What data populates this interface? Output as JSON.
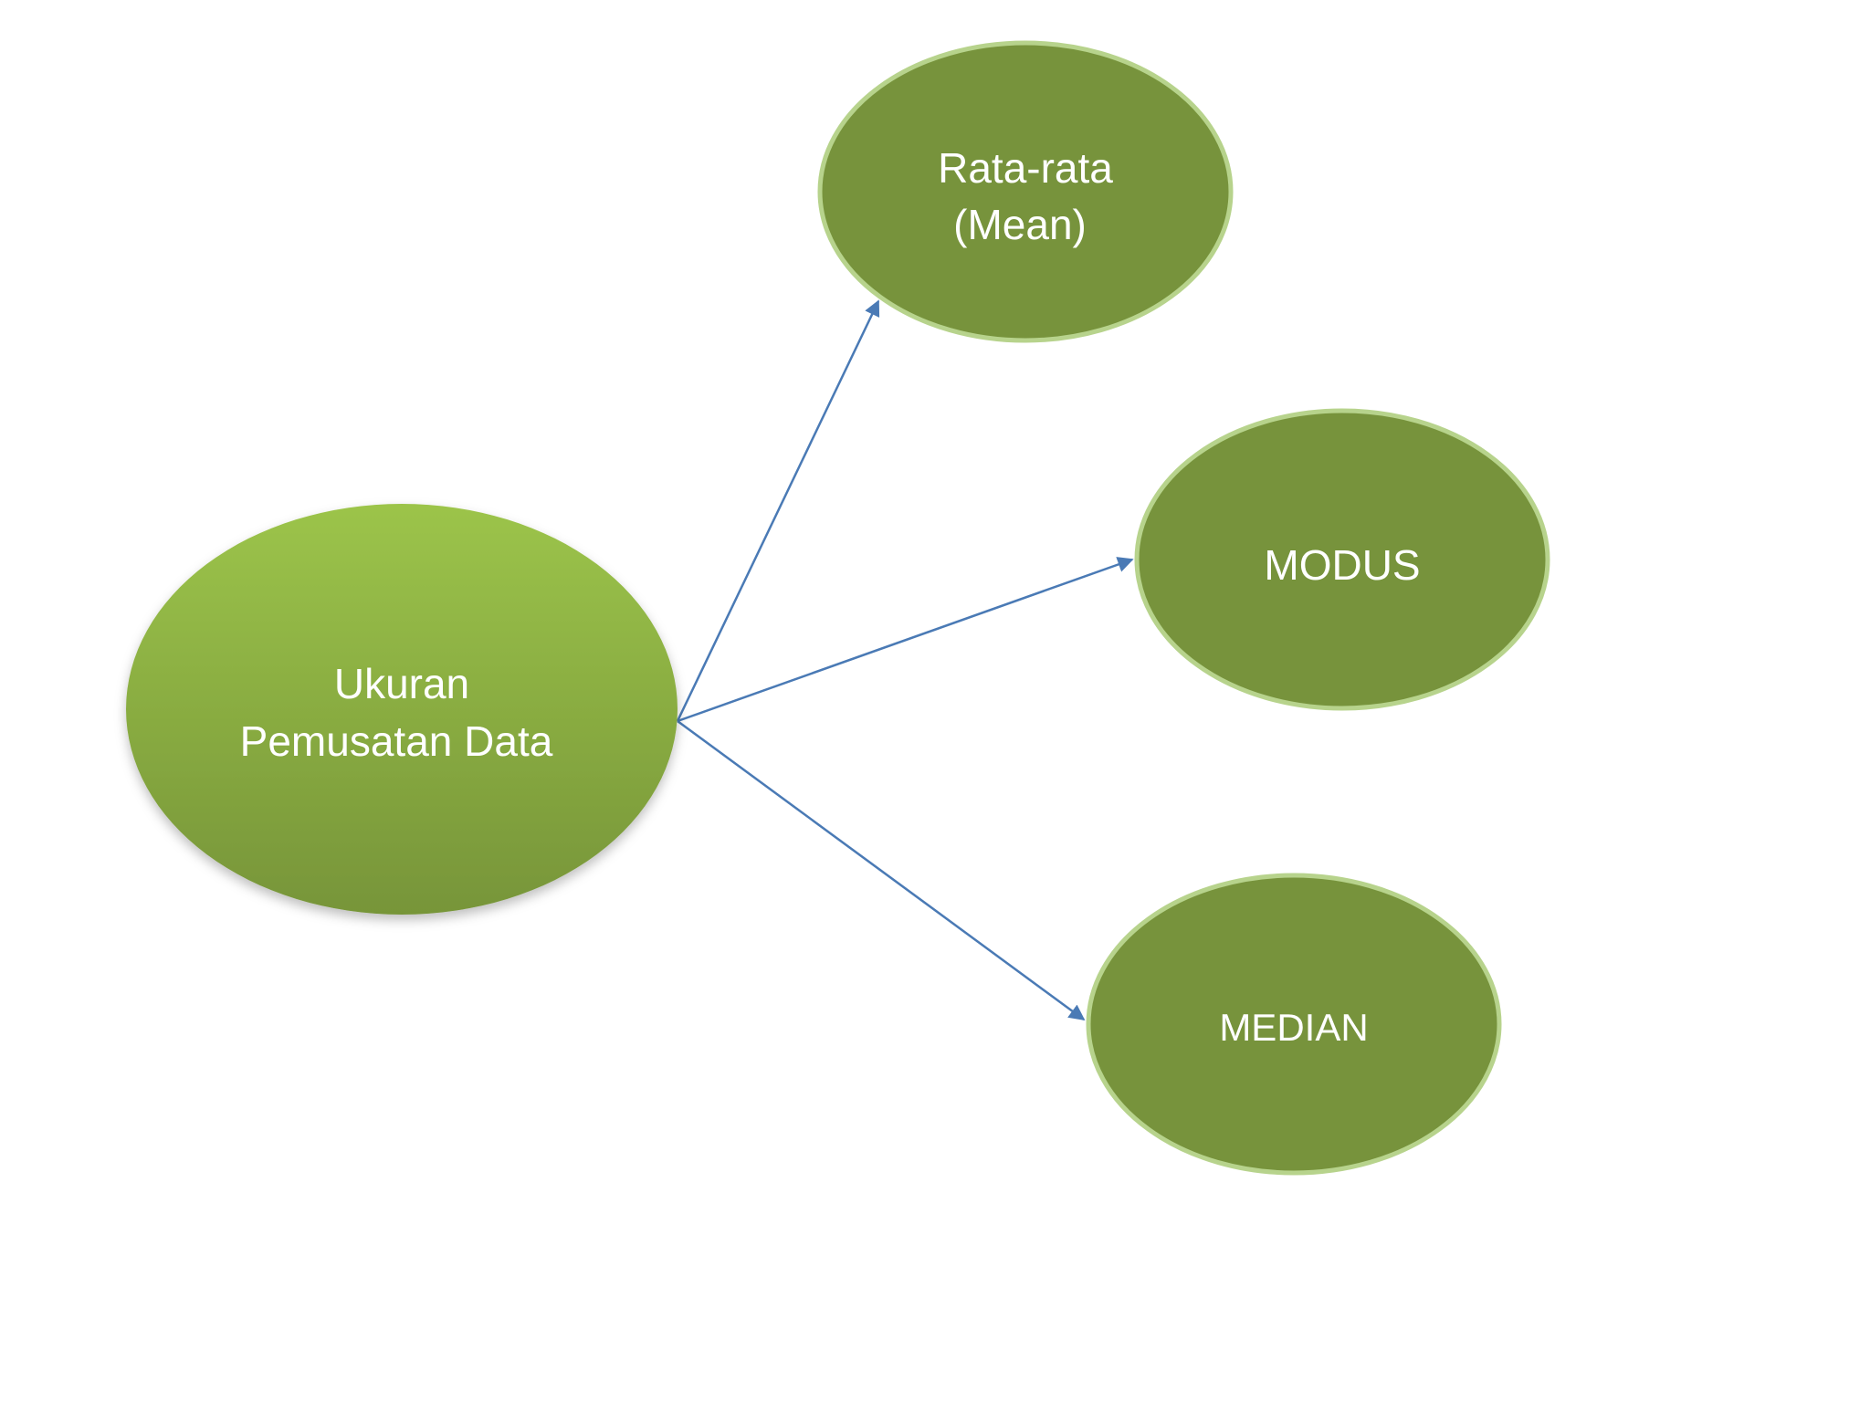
{
  "diagram": {
    "root": {
      "line1": "Ukuran",
      "line2": "Pemusatan Data"
    },
    "mean": {
      "line1": "Rata-rata",
      "line2": "(Mean)"
    },
    "modus": {
      "label": "MODUS"
    },
    "median": {
      "label": "MEDIAN"
    }
  },
  "colors": {
    "root_gradient_top": "#9cc44a",
    "root_gradient_bottom": "#7a9a3e",
    "child_fill": "#77933c",
    "child_stroke": "#b7d38c",
    "arrow": "#4a7ab5",
    "text": "#ffffff"
  }
}
